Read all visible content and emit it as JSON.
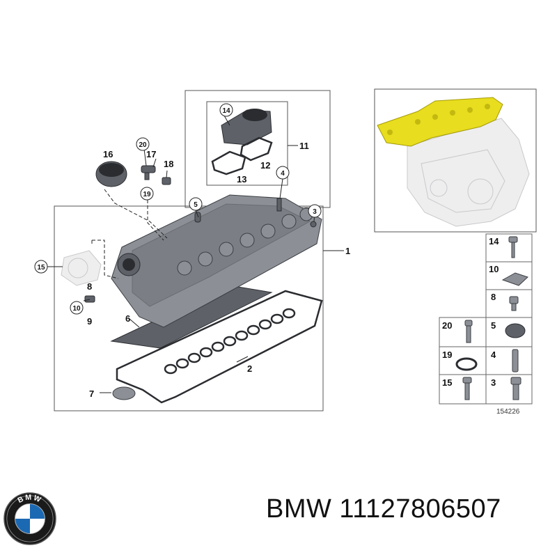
{
  "diagram": {
    "callouts": {
      "c14": "14",
      "c20": "20",
      "c19": "19",
      "c15": "15",
      "c10": "10",
      "c5": "5",
      "c4": "4",
      "c3": "3"
    },
    "labels": {
      "l16": "16",
      "l17": "17",
      "l18": "18",
      "l11": "11",
      "l12": "12",
      "l13": "13",
      "l1": "1",
      "l8": "8",
      "l9": "9",
      "l6": "6",
      "l2": "2",
      "l7": "7"
    },
    "parts_table": [
      {
        "num": "14"
      },
      {
        "num": "10"
      },
      {
        "num": "8"
      },
      {
        "num": "20"
      },
      {
        "num": "5"
      },
      {
        "num": "19"
      },
      {
        "num": "4"
      },
      {
        "num": "15"
      },
      {
        "num": "3"
      }
    ],
    "drawing_number": "154226"
  },
  "brand": {
    "name": "BMW",
    "part_number": "11127806507",
    "caption": "BMW 11127806507"
  }
}
